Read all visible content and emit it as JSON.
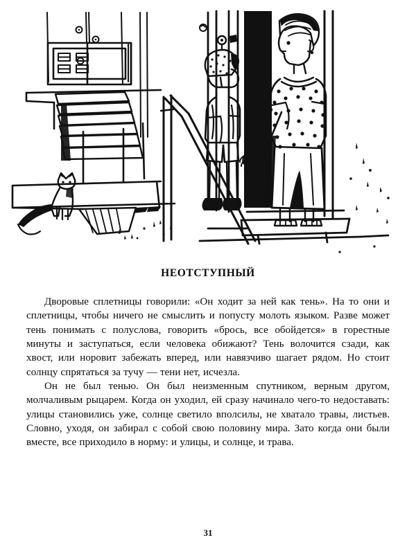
{
  "page": {
    "number": "31",
    "background_color": "#ffffff",
    "ink_color": "#111111"
  },
  "illustration": {
    "name": "doorway-scene-illustration",
    "description": "Line drawing of a boy standing on a stair landing facing a woman in a polka-dot blouse who stands in an open doorway; a cat sits near the stairs, electrical meter panels hang on the wall at upper left, and a handrail runs diagonally across the scene.",
    "style": "black-and-white pen-and-ink line art",
    "elements": [
      "electric-meter-panel",
      "wall-switch-box",
      "stair-flight",
      "handrail",
      "cat",
      "doormat",
      "boy",
      "woman",
      "open-door",
      "doorway-threshold",
      "landing-step"
    ]
  },
  "story": {
    "title": "НЕОТСТУПНЫЙ",
    "paragraphs": [
      "Дворовые сплетницы говорили: «Он ходит за ней как тень». На то они и сплетницы, чтобы ничего не смыслить и попусту молоть языком. Разве может тень понимать с полуслова, говорить «брось, все обойдется» в горестные минуты и заступаться, если человека обижают? Тень волочится сзади, как хвост, или норовит забежать вперед, или навязчиво шагает рядом. Но стоит солнцу спрятаться за тучу — тени нет, исчезла.",
      "Он не был тенью. Он был неизменным спутником, верным другом, молчаливым рыцарем. Когда он уходил, ей сразу начинало чего-то недоставать: улицы становились уже, солнце светило вполсилы, не хватало травы, листьев. Словно, уходя, он забирал с собой свою половину мира. Зато когда они были вместе, все приходило в норму: и улицы, и солнце, и трава."
    ]
  }
}
